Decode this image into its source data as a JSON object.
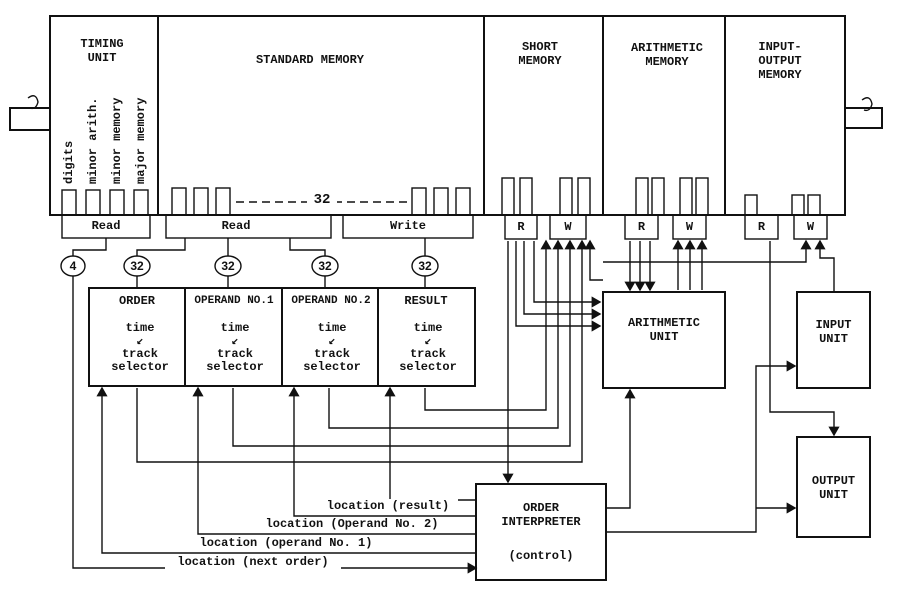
{
  "timing_unit": {
    "title": "TIMING\nUNIT",
    "channels": [
      "digits",
      "minor arith.",
      "minor memory",
      "major memory"
    ],
    "read": "Read"
  },
  "standard_memory": {
    "title": "STANDARD MEMORY",
    "track_count": "32",
    "read": "Read",
    "write": "Write"
  },
  "short_memory": {
    "title": "SHORT\nMEMORY",
    "r": "R",
    "w": "W"
  },
  "arithmetic_memory": {
    "title": "ARITHMETIC\nMEMORY",
    "r": "R",
    "w": "W"
  },
  "io_memory": {
    "title": "INPUT-\nOUTPUT\nMEMORY",
    "r": "R",
    "w": "W"
  },
  "badges": {
    "timing": "4",
    "order": "32",
    "op1": "32",
    "op2": "32",
    "result": "32"
  },
  "selectors": {
    "order": {
      "title": "ORDER",
      "body": "time\n↙\ntrack\nselector"
    },
    "operand1": {
      "title": "OPERAND NO.1",
      "body": "time\n↙\ntrack\nselector"
    },
    "operand2": {
      "title": "OPERAND NO.2",
      "body": "time\n↙\ntrack\nselector"
    },
    "result": {
      "title": "RESULT",
      "body": "time\n↙\ntrack\nselector"
    }
  },
  "arithmetic_unit": "ARITHMETIC\nUNIT",
  "input_unit": "INPUT\nUNIT",
  "output_unit": "OUTPUT\nUNIT",
  "order_interpreter": {
    "title": "ORDER\nINTERPRETER",
    "sub": "(control)"
  },
  "locations": {
    "result": "location (result)",
    "operand2": "location (Operand No. 2)",
    "operand1": "location (operand No. 1)",
    "next_order": "location (next order)"
  }
}
